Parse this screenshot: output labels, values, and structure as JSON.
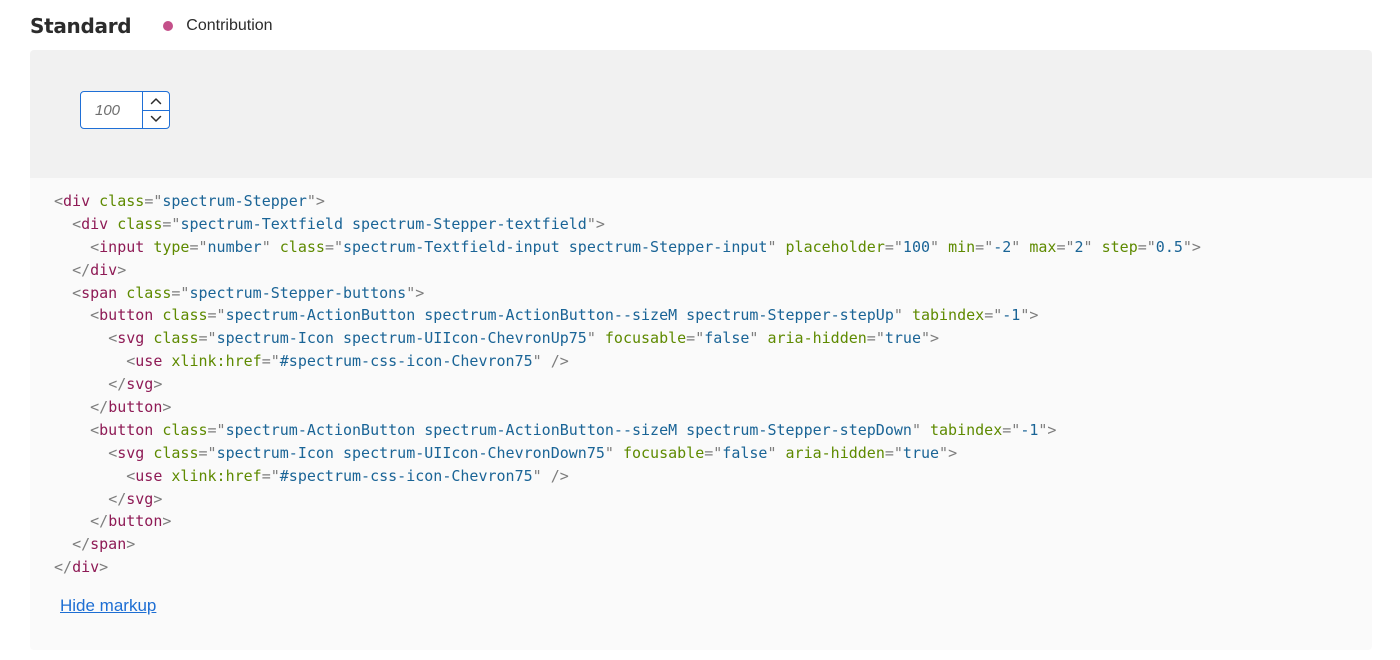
{
  "header": {
    "title": "Standard",
    "status_label": "Contribution",
    "status_color": "#c4508a"
  },
  "stepper": {
    "placeholder": "100",
    "step_up_icon": "chevron-up-icon",
    "step_down_icon": "chevron-down-icon"
  },
  "code": {
    "lines": [
      [
        [
          "p",
          "<"
        ],
        [
          "t",
          "div"
        ],
        [
          "s",
          " "
        ],
        [
          "a",
          "class"
        ],
        [
          "p",
          "=\""
        ],
        [
          "v",
          "spectrum-Stepper"
        ],
        [
          "p",
          "\">"
        ]
      ],
      [
        [
          "s",
          "  "
        ],
        [
          "p",
          "<"
        ],
        [
          "t",
          "div"
        ],
        [
          "s",
          " "
        ],
        [
          "a",
          "class"
        ],
        [
          "p",
          "=\""
        ],
        [
          "v",
          "spectrum-Textfield spectrum-Stepper-textfield"
        ],
        [
          "p",
          "\">"
        ]
      ],
      [
        [
          "s",
          "    "
        ],
        [
          "p",
          "<"
        ],
        [
          "t",
          "input"
        ],
        [
          "s",
          " "
        ],
        [
          "a",
          "type"
        ],
        [
          "p",
          "=\""
        ],
        [
          "v",
          "number"
        ],
        [
          "p",
          "\""
        ],
        [
          "s",
          " "
        ],
        [
          "a",
          "class"
        ],
        [
          "p",
          "=\""
        ],
        [
          "v",
          "spectrum-Textfield-input spectrum-Stepper-input"
        ],
        [
          "p",
          "\""
        ],
        [
          "s",
          " "
        ],
        [
          "a",
          "placeholder"
        ],
        [
          "p",
          "=\""
        ],
        [
          "v",
          "100"
        ],
        [
          "p",
          "\""
        ],
        [
          "s",
          " "
        ],
        [
          "a",
          "min"
        ],
        [
          "p",
          "=\""
        ],
        [
          "v",
          "-2"
        ],
        [
          "p",
          "\""
        ],
        [
          "s",
          " "
        ],
        [
          "a",
          "max"
        ],
        [
          "p",
          "=\""
        ],
        [
          "v",
          "2"
        ],
        [
          "p",
          "\""
        ],
        [
          "s",
          " "
        ],
        [
          "a",
          "step"
        ],
        [
          "p",
          "=\""
        ],
        [
          "v",
          "0.5"
        ],
        [
          "p",
          "\">"
        ]
      ],
      [
        [
          "s",
          "  "
        ],
        [
          "p",
          "</"
        ],
        [
          "t",
          "div"
        ],
        [
          "p",
          ">"
        ]
      ],
      [
        [
          "s",
          "  "
        ],
        [
          "p",
          "<"
        ],
        [
          "t",
          "span"
        ],
        [
          "s",
          " "
        ],
        [
          "a",
          "class"
        ],
        [
          "p",
          "=\""
        ],
        [
          "v",
          "spectrum-Stepper-buttons"
        ],
        [
          "p",
          "\">"
        ]
      ],
      [
        [
          "s",
          "    "
        ],
        [
          "p",
          "<"
        ],
        [
          "t",
          "button"
        ],
        [
          "s",
          " "
        ],
        [
          "a",
          "class"
        ],
        [
          "p",
          "=\""
        ],
        [
          "v",
          "spectrum-ActionButton spectrum-ActionButton--sizeM spectrum-Stepper-stepUp"
        ],
        [
          "p",
          "\""
        ],
        [
          "s",
          " "
        ],
        [
          "a",
          "tabindex"
        ],
        [
          "p",
          "=\""
        ],
        [
          "v",
          "-1"
        ],
        [
          "p",
          "\">"
        ]
      ],
      [
        [
          "s",
          "      "
        ],
        [
          "p",
          "<"
        ],
        [
          "t",
          "svg"
        ],
        [
          "s",
          " "
        ],
        [
          "a",
          "class"
        ],
        [
          "p",
          "=\""
        ],
        [
          "v",
          "spectrum-Icon spectrum-UIIcon-ChevronUp75"
        ],
        [
          "p",
          "\""
        ],
        [
          "s",
          " "
        ],
        [
          "a",
          "focusable"
        ],
        [
          "p",
          "=\""
        ],
        [
          "v",
          "false"
        ],
        [
          "p",
          "\""
        ],
        [
          "s",
          " "
        ],
        [
          "a",
          "aria-hidden"
        ],
        [
          "p",
          "=\""
        ],
        [
          "v",
          "true"
        ],
        [
          "p",
          "\">"
        ]
      ],
      [
        [
          "s",
          "        "
        ],
        [
          "p",
          "<"
        ],
        [
          "t",
          "use"
        ],
        [
          "s",
          " "
        ],
        [
          "a",
          "xlink:href"
        ],
        [
          "p",
          "=\""
        ],
        [
          "v",
          "#spectrum-css-icon-Chevron75"
        ],
        [
          "p",
          "\" />"
        ]
      ],
      [
        [
          "s",
          "      "
        ],
        [
          "p",
          "</"
        ],
        [
          "t",
          "svg"
        ],
        [
          "p",
          ">"
        ]
      ],
      [
        [
          "s",
          "    "
        ],
        [
          "p",
          "</"
        ],
        [
          "t",
          "button"
        ],
        [
          "p",
          ">"
        ]
      ],
      [
        [
          "s",
          "    "
        ],
        [
          "p",
          "<"
        ],
        [
          "t",
          "button"
        ],
        [
          "s",
          " "
        ],
        [
          "a",
          "class"
        ],
        [
          "p",
          "=\""
        ],
        [
          "v",
          "spectrum-ActionButton spectrum-ActionButton--sizeM spectrum-Stepper-stepDown"
        ],
        [
          "p",
          "\""
        ],
        [
          "s",
          " "
        ],
        [
          "a",
          "tabindex"
        ],
        [
          "p",
          "=\""
        ],
        [
          "v",
          "-1"
        ],
        [
          "p",
          "\">"
        ]
      ],
      [
        [
          "s",
          "      "
        ],
        [
          "p",
          "<"
        ],
        [
          "t",
          "svg"
        ],
        [
          "s",
          " "
        ],
        [
          "a",
          "class"
        ],
        [
          "p",
          "=\""
        ],
        [
          "v",
          "spectrum-Icon spectrum-UIIcon-ChevronDown75"
        ],
        [
          "p",
          "\""
        ],
        [
          "s",
          " "
        ],
        [
          "a",
          "focusable"
        ],
        [
          "p",
          "=\""
        ],
        [
          "v",
          "false"
        ],
        [
          "p",
          "\""
        ],
        [
          "s",
          " "
        ],
        [
          "a",
          "aria-hidden"
        ],
        [
          "p",
          "=\""
        ],
        [
          "v",
          "true"
        ],
        [
          "p",
          "\">"
        ]
      ],
      [
        [
          "s",
          "        "
        ],
        [
          "p",
          "<"
        ],
        [
          "t",
          "use"
        ],
        [
          "s",
          " "
        ],
        [
          "a",
          "xlink:href"
        ],
        [
          "p",
          "=\""
        ],
        [
          "v",
          "#spectrum-css-icon-Chevron75"
        ],
        [
          "p",
          "\" />"
        ]
      ],
      [
        [
          "s",
          "      "
        ],
        [
          "p",
          "</"
        ],
        [
          "t",
          "svg"
        ],
        [
          "p",
          ">"
        ]
      ],
      [
        [
          "s",
          "    "
        ],
        [
          "p",
          "</"
        ],
        [
          "t",
          "button"
        ],
        [
          "p",
          ">"
        ]
      ],
      [
        [
          "s",
          "  "
        ],
        [
          "p",
          "</"
        ],
        [
          "t",
          "span"
        ],
        [
          "p",
          ">"
        ]
      ],
      [
        [
          "p",
          "</"
        ],
        [
          "t",
          "div"
        ],
        [
          "p",
          ">"
        ]
      ]
    ]
  },
  "markup_toggle": {
    "label": "Hide markup"
  }
}
